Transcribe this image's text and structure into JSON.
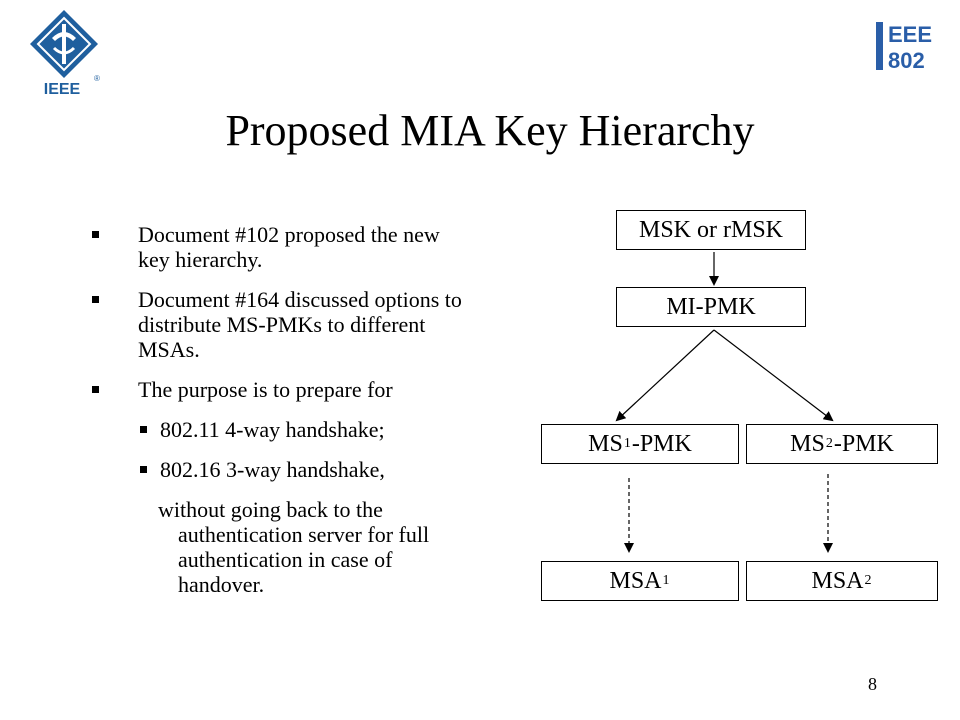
{
  "logos": {
    "ieee_text": "IEEE",
    "ieee_reg": "®",
    "ieee802_line1": "EEE",
    "ieee802_line2": "802"
  },
  "title": "Proposed MIA Key Hierarchy",
  "bullets": [
    {
      "text": "Document #102 proposed the new key hierarchy."
    },
    {
      "text": "Document #164 discussed options to distribute MS-PMKs to different MSAs."
    },
    {
      "text": "The purpose is to prepare for"
    }
  ],
  "sub_bullets": [
    {
      "text": "802.11 4-way handshake;"
    },
    {
      "text": "802.16 3-way handshake,"
    }
  ],
  "continuation": "without going back to the authentication server for full authentication in case of handover.",
  "diagram": {
    "msk": "MSK or rMSK",
    "mi_pmk": "MI-PMK",
    "ms1_pmk": {
      "pre": "MS",
      "sub": "1",
      "post": "-PMK"
    },
    "ms2_pmk": {
      "pre": "MS",
      "sub": "2",
      "post": "-PMK"
    },
    "msa1": {
      "pre": "MSA",
      "sub": "1"
    },
    "msa2": {
      "pre": "MSA",
      "sub": "2"
    }
  },
  "page_number": "8"
}
